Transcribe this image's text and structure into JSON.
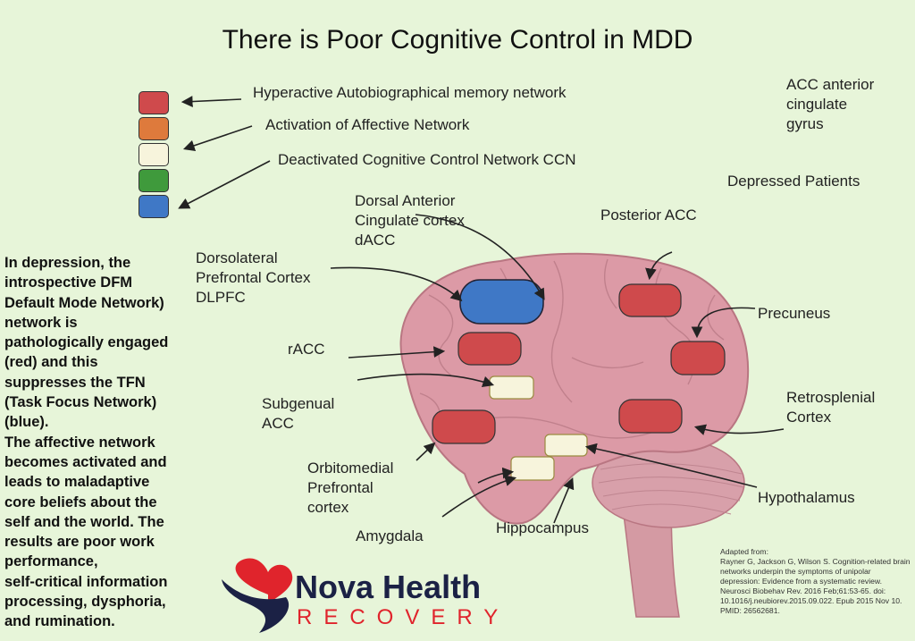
{
  "title": "There is Poor Cognitive Control in MDD",
  "legend": [
    {
      "color": "#cf4a4c",
      "label": "Hyperactive Autobiographical memory network"
    },
    {
      "color": "#de7a3c",
      "label": "Activation of Affective Network"
    },
    {
      "color": "#f7f4dc",
      "label": ""
    },
    {
      "color": "#3f9a3c",
      "label": "Deactivated Cognitive Control Network CCN"
    },
    {
      "color": "#3f78c6",
      "label": ""
    }
  ],
  "acc_note": [
    "ACC anterior",
    "cingulate",
    "gyrus"
  ],
  "depressed_patients": "Depressed Patients",
  "left_text": [
    "In depression,  the",
    "introspective DFM",
    "Default Mode Network)",
    "network is",
    "pathologically engaged",
    "(red) and this",
    "suppresses the TFN",
    "(Task Focus Network)",
    "(blue).",
    "The affective network",
    "becomes activated and",
    "leads to maladaptive",
    "core beliefs about the",
    "self and the world. The",
    "results are poor work",
    "performance,",
    "self-critical information",
    "processing, dysphoria,",
    "and rumination."
  ],
  "regions": {
    "dacc": [
      "Dorsal Anterior",
      "Cingulate cortex",
      "dACC"
    ],
    "dlpfc": [
      "Dorsolateral",
      "Prefrontal Cortex",
      "DLPFC"
    ],
    "posterior_acc": "Posterior ACC",
    "precuneus": "Precuneus",
    "racc": "rACC",
    "subgenual": [
      "Subgenual",
      "ACC"
    ],
    "retrosplenial": [
      "Retrosplenial",
      "Cortex"
    ],
    "orbitomedial": [
      "Orbitomedial",
      "Prefrontal",
      "cortex"
    ],
    "hypothalamus": "Hypothalamus",
    "amygdala": "Amygdala",
    "hippocampus": "Hippocampus"
  },
  "citation": [
    "Adapted from:",
    "Rayner G, Jackson G, Wilson S. Cognition-related brain networks underpin the symptoms of unipolar depression: Evidence from a systematic review. Neurosci Biobehav Rev. 2016 Feb;61:53-65. doi: 10.1016/j.neubiorev.2015.09.022. Epub 2015 Nov 10. PMID: 26562681."
  ],
  "logo": {
    "line1": "Nova Health",
    "line2": "RECOVERY"
  },
  "colors": {
    "red": "#cf4a4c",
    "blue": "#3f78c6",
    "cream": "#f7f4dc",
    "brain": "#dc9aa6"
  }
}
